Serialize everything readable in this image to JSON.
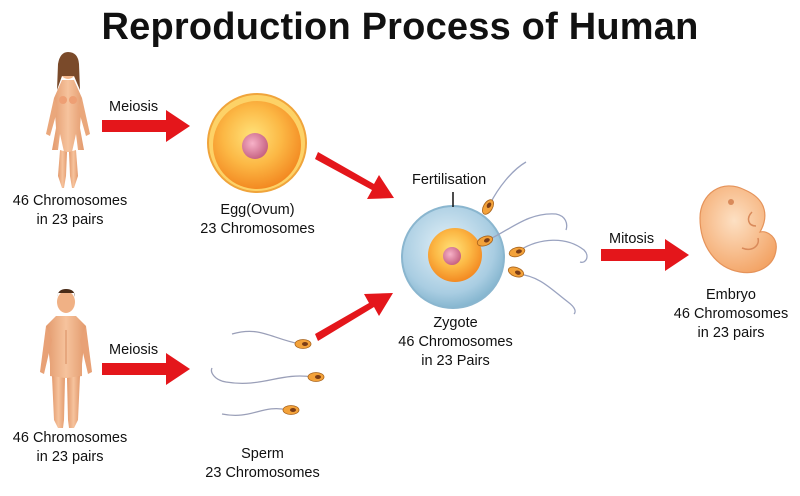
{
  "title": "Reproduction Process of Human",
  "female": {
    "line1": "46 Chromosomes",
    "line2": "in 23 pairs"
  },
  "male": {
    "line1": "46 Chromosomes",
    "line2": "in 23 pairs"
  },
  "egg": {
    "line1": "Egg(Ovum)",
    "line2": "23 Chromosomes"
  },
  "sperm": {
    "line1": "Sperm",
    "line2": "23 Chromosomes"
  },
  "zygote": {
    "line1": "Zygote",
    "line2": "46 Chromosomes",
    "line3": "in 23 Pairs"
  },
  "embryo": {
    "line1": "Embryo",
    "line2": "46 Chromosomes",
    "line3": "in 23 pairs"
  },
  "arrows": {
    "meiosis_top": "Meiosis",
    "meiosis_bottom": "Meiosis",
    "fertilisation": "Fertilisation",
    "mitosis": "Mitosis"
  },
  "colors": {
    "arrow": "#e4161b",
    "egg_outer": "#f6a531",
    "egg_nucleus": "#d9799a",
    "zygote_outer": "#9fc7de",
    "skin": "#f2b48a"
  }
}
